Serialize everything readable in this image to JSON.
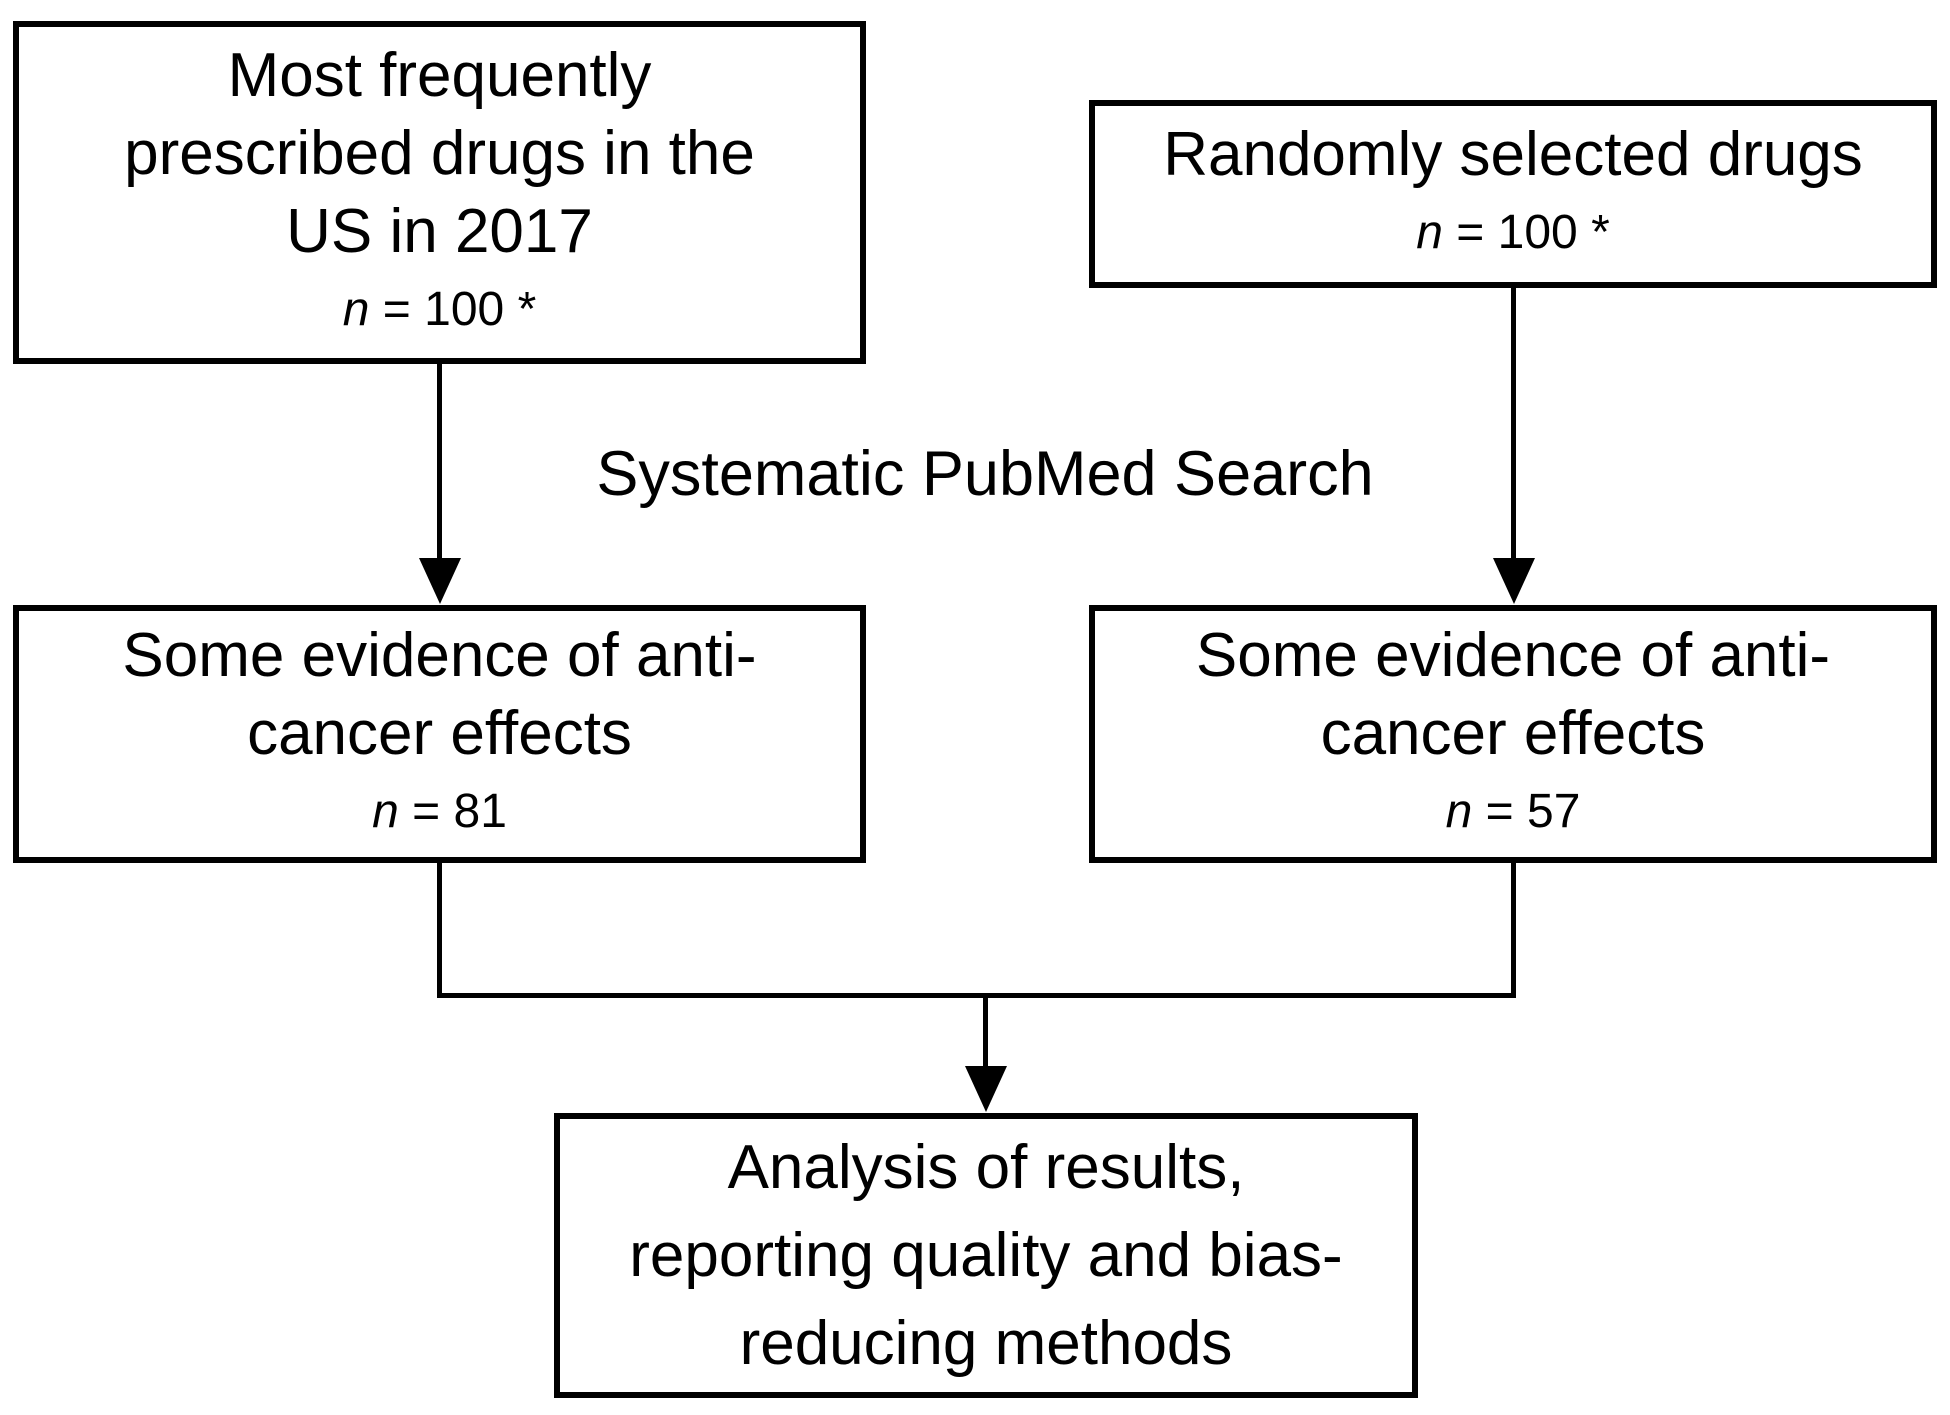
{
  "figure": {
    "background_color": "#ffffff",
    "stroke_color": "#000000",
    "search_label": "Systematic PubMed Search"
  },
  "boxes": {
    "most_prescribed": {
      "lines": [
        "Most frequently",
        "prescribed drugs in the",
        "US in 2017"
      ],
      "n_var": "n",
      "n_rest": " = 100 *"
    },
    "random_drugs": {
      "lines": [
        "Randomly selected drugs"
      ],
      "n_var": "n",
      "n_rest": " = 100 *"
    },
    "evidence_prescribed": {
      "lines": [
        "Some evidence of anti-",
        "cancer effects"
      ],
      "n_var": "n",
      "n_rest": " = 81"
    },
    "evidence_random": {
      "lines": [
        "Some evidence of anti-",
        "cancer effects"
      ],
      "n_var": "n",
      "n_rest": " = 57"
    },
    "analysis": {
      "lines": [
        "Analysis of results,",
        "reporting quality and bias-",
        "reducing methods"
      ]
    }
  }
}
